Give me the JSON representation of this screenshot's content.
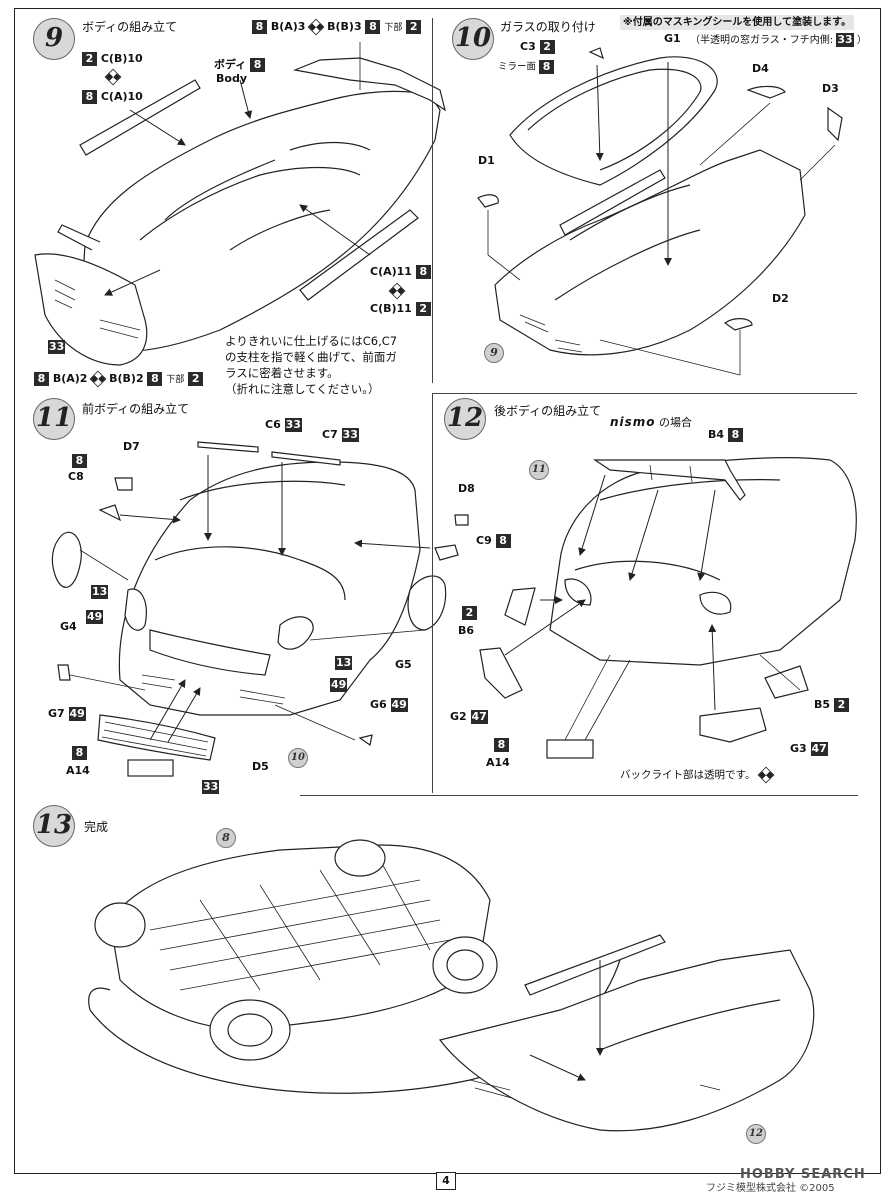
{
  "step9": {
    "number": "9",
    "title": "ボディの組み立て",
    "label_cb10": "C(B)10",
    "label_ca10": "C(A)10",
    "label_body_jp": "ボディ",
    "label_body_en": "Body",
    "label_ba3": "B(A)3",
    "label_bb3": "B(B)3",
    "label_bottom": "下部",
    "label_ca11": "C(A)11",
    "label_cb11": "C(B)11",
    "label_ba2": "B(A)2",
    "label_bb2": "B(B)2",
    "badge_33": "33",
    "badge_8": "8",
    "badge_2": "2"
  },
  "step10": {
    "number": "10",
    "title": "ガラスの取り付け",
    "masking_note": "※付属のマスキングシールを使用して塗装します。",
    "window_note": "（半透明の窓ガラス・フチ内側:",
    "window_badge": "33",
    "window_close": "）",
    "label_g1": "G1",
    "label_c3": "C3",
    "label_mirror": "ミラー面",
    "label_d4": "D4",
    "label_d3": "D3",
    "label_d1": "D1",
    "label_d2": "D2",
    "ref_9": "9"
  },
  "tip": {
    "lines": [
      "よりきれいに仕上げるにはC6,C7",
      "の支柱を指で軽く曲げて、前面ガ",
      "ラスに密着させます。",
      "（折れに注意してください。）"
    ]
  },
  "step11": {
    "number": "11",
    "title": "前ボディの組み立て",
    "label_c6": "C6",
    "label_c7": "C7",
    "label_d7": "D7",
    "label_c8": "C8",
    "label_d8": "D8",
    "label_c9": "C9",
    "label_g4": "G4",
    "label_g5": "G5",
    "label_g7": "G7",
    "label_g6": "G6",
    "label_a14": "A14",
    "label_d5": "D5",
    "badge_49": "49",
    "badge_13": "13",
    "ref_10": "10"
  },
  "step12": {
    "number": "12",
    "title": "後ボディの組み立て",
    "nismo_logo": "nismo",
    "nismo_case": "の場合",
    "label_b4": "B4",
    "label_b6": "B6",
    "label_g2": "G2",
    "label_a14": "A14",
    "label_b5": "B5",
    "label_g3": "G3",
    "badge_47": "47",
    "backlight_note": "バックライト部は透明です。",
    "ref_11": "11"
  },
  "step13": {
    "number": "13",
    "title": "完成",
    "ref_8": "8",
    "ref_12": "12"
  },
  "footer": {
    "page_number": "4",
    "company": "フジミ模型株式会社 ©2005",
    "watermark": "HOBBY SEARCH"
  }
}
